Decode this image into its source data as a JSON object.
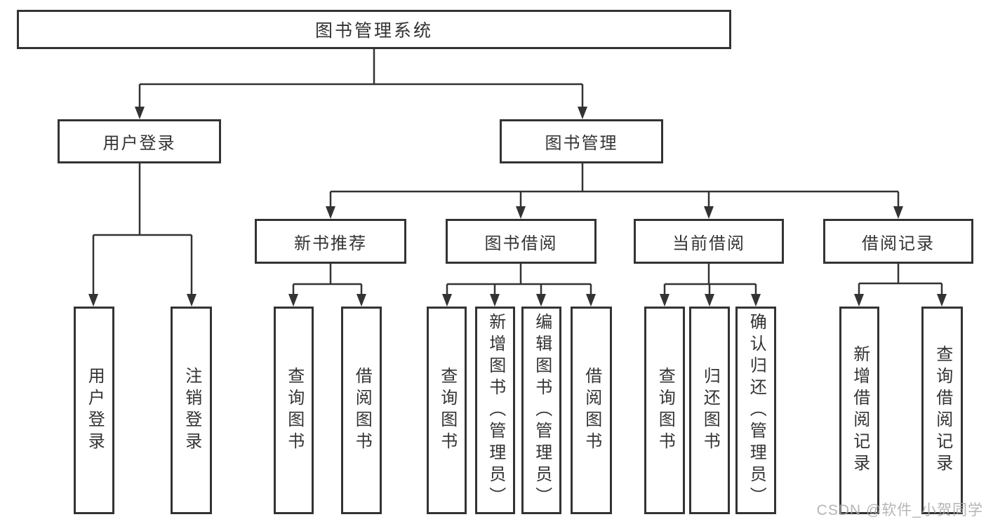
{
  "diagram_type": "hierarchy-tree",
  "tree": {
    "label": "图书管理系统",
    "children": [
      {
        "label": "用户登录",
        "children": [
          {
            "label": "用户登录"
          },
          {
            "label": "注销登录"
          }
        ]
      },
      {
        "label": "图书管理",
        "children": [
          {
            "label": "新书推荐",
            "children": [
              {
                "label": "查询图书"
              },
              {
                "label": "借阅图书"
              }
            ]
          },
          {
            "label": "图书借阅",
            "children": [
              {
                "label": "查询图书"
              },
              {
                "label": "新增图书（管理员）"
              },
              {
                "label": "编辑图书（管理员）"
              },
              {
                "label": "借阅图书"
              }
            ]
          },
          {
            "label": "当前借阅",
            "children": [
              {
                "label": "查询图书"
              },
              {
                "label": "归还图书"
              },
              {
                "label": "确认归还（管理员）"
              }
            ]
          },
          {
            "label": "借阅记录",
            "children": [
              {
                "label": "新增借阅记录"
              },
              {
                "label": "查询借阅记录"
              }
            ]
          }
        ]
      }
    ]
  },
  "watermark": {
    "text": "CSDN @软件_小贺同学"
  },
  "colors": {
    "line": "#333333",
    "text": "#333333",
    "background": "#ffffff",
    "watermark": "#a8a8a8"
  }
}
